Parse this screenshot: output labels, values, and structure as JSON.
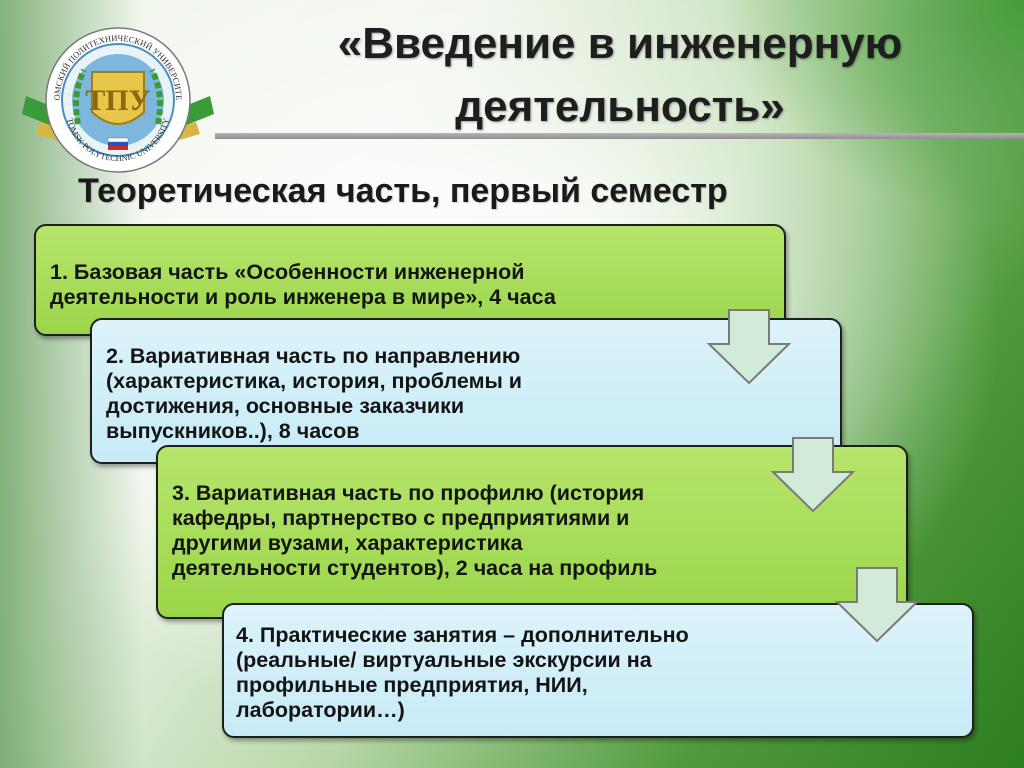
{
  "logo": {
    "monogram": "ТПУ",
    "ring_text_top": "ТОМСКИЙ ПОЛИТЕХНИЧЕСКИЙ УНИВЕРСИТЕТ",
    "ring_text_bottom": "TOMSK POLYTECHNIC UNIVERSITY"
  },
  "slide": {
    "title_line1": "«Введение в инженерную",
    "title_line2": "деятельность»",
    "subtitle": "Теоретическая часть, первый семестр"
  },
  "steps": [
    {
      "lines": [
        "1. Базовая часть «Особенности инженерной",
        "деятельности и роль инженера в мире», 4 часа"
      ]
    },
    {
      "lines": [
        "2. Вариативная часть по направлению",
        "(характеристика, история, проблемы и",
        "достижения, основные заказчики",
        "выпускников..), 8 часов"
      ]
    },
    {
      "lines": [
        "3. Вариативная часть по профилю (история",
        "кафедры, партнерство с предприятиями и",
        "другими вузами, характеристика",
        "деятельности студентов), 2 часа на профиль"
      ]
    },
    {
      "lines": [
        "4. Практические занятия – дополнительно",
        "(реальные/ виртуальные экскурсии на",
        "профильные предприятия, НИИ,",
        "лаборатории…)"
      ]
    }
  ],
  "colors": {
    "step_green": "#9bd64a",
    "step_blue": "#c7ebf6",
    "arrow_fill": "#d2ead8",
    "accent_green": "#2e7d22"
  }
}
